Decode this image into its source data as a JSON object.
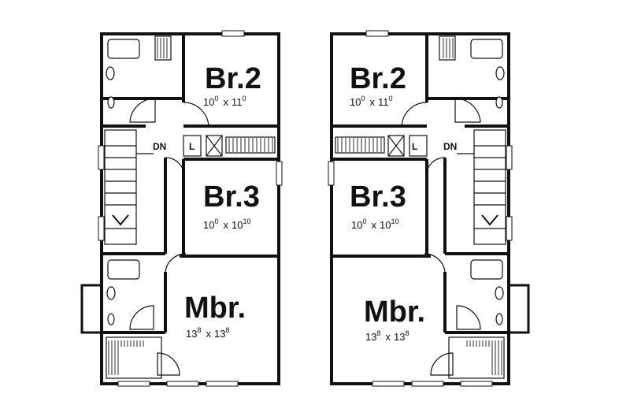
{
  "plans": [
    {
      "id": "left",
      "rooms": {
        "br2": {
          "name": "Br.2",
          "w_ft": "10",
          "w_in": "0",
          "sep": "x",
          "d_ft": "11",
          "d_in": "0"
        },
        "br3": {
          "name": "Br.3",
          "w_ft": "10",
          "w_in": "0",
          "sep": "x",
          "d_ft": "10",
          "d_in": "10"
        },
        "mbr": {
          "name": "Mbr.",
          "w_ft": "13",
          "w_in": "8",
          "sep": "x",
          "d_ft": "13",
          "d_in": "8"
        }
      },
      "labels": {
        "down": "DN",
        "linen": "L"
      }
    },
    {
      "id": "right",
      "rooms": {
        "br2": {
          "name": "Br.2",
          "w_ft": "10",
          "w_in": "0",
          "sep": "x",
          "d_ft": "11",
          "d_in": "0"
        },
        "br3": {
          "name": "Br.3",
          "w_ft": "10",
          "w_in": "0",
          "sep": "x",
          "d_ft": "10",
          "d_in": "10"
        },
        "mbr": {
          "name": "Mbr.",
          "w_ft": "13",
          "w_in": "8",
          "sep": "x",
          "d_ft": "13",
          "d_in": "8"
        }
      },
      "labels": {
        "down": "DN",
        "linen": "L"
      }
    }
  ]
}
